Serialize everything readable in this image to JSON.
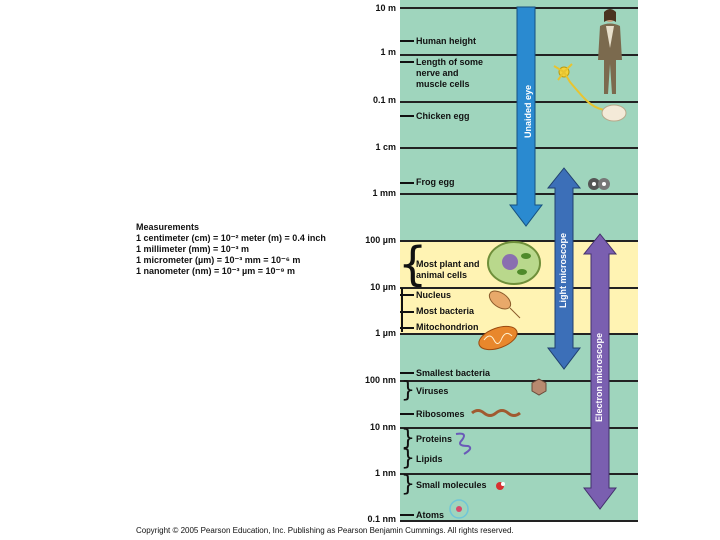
{
  "scale_labels": [
    "10 m",
    "1 m",
    "0.1 m",
    "1 cm",
    "1 mm",
    "100 µm",
    "10 µm",
    "1 µm",
    "100 nm",
    "10 nm",
    "1 nm",
    "0.1 nm"
  ],
  "items": {
    "human_height": "Human height",
    "nerve_muscle": [
      "Length of some",
      "nerve and",
      "muscle cells"
    ],
    "chicken_egg": "Chicken egg",
    "frog_egg": "Frog egg",
    "plant_animal": [
      "Most plant and",
      "animal cells"
    ],
    "nucleus": "Nucleus",
    "most_bacteria": "Most bacteria",
    "mitochondrion": "Mitochondrion",
    "smallest_bacteria": "Smallest bacteria",
    "viruses": "Viruses",
    "ribosomes": "Ribosomes",
    "proteins": "Proteins",
    "lipids": "Lipids",
    "small_molecules": "Small molecules",
    "atoms": "Atoms"
  },
  "ranges": {
    "unaided_eye": "Unaided eye",
    "light_microscope": "Light microscope",
    "electron_microscope": "Electron microscope"
  },
  "measurements": {
    "title": "Measurements",
    "lines": [
      "1 centimeter (cm) = 10⁻² meter (m) = 0.4 inch",
      "1 millimeter (mm) = 10⁻³ m",
      "1 micrometer (µm) = 10⁻³ mm = 10⁻⁶ m",
      "1 nanometer (nm) = 10⁻³ µm = 10⁻⁹ m"
    ]
  },
  "footer": "Copyright © 2005 Pearson Education, Inc. Publishing as Pearson Benjamin Cummings. All rights reserved.",
  "colors": {
    "panel": "#9fd5bd",
    "highlight": "#fff3b3",
    "unaided_eye_arrow": "#2a8ad0",
    "light_microscope_arrow": "#3c6fb8",
    "electron_microscope_arrow": "#7a5fb0"
  }
}
